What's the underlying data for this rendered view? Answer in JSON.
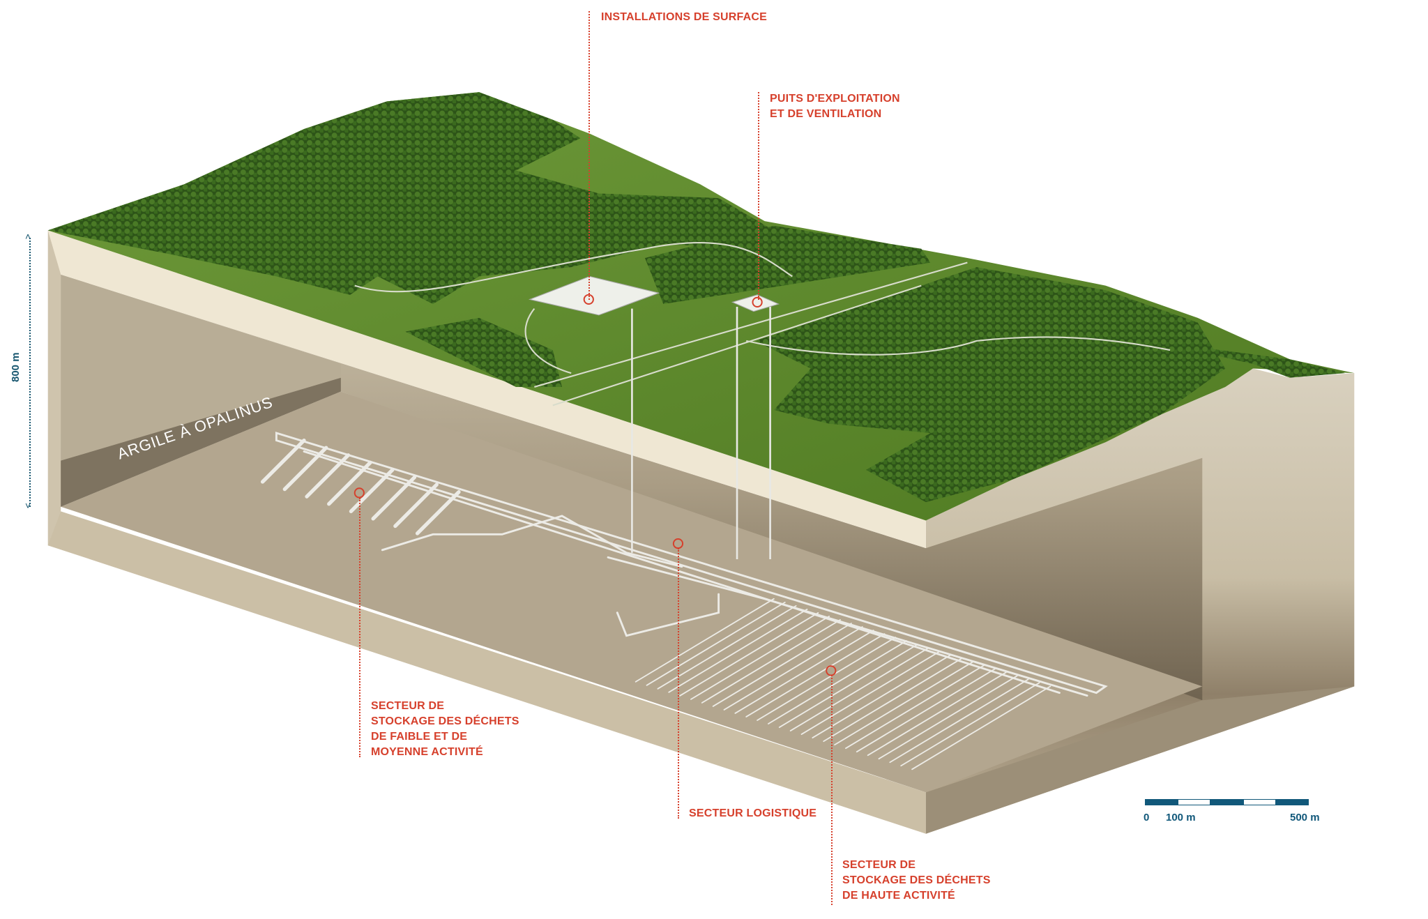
{
  "labels": {
    "surface": "INSTALLATIONS DE SURFACE",
    "shafts_1": "PUITS D'EXPLOITATION",
    "shafts_2": "ET DE VENTILATION",
    "llw_1": "SECTEUR DE",
    "llw_2": "STOCKAGE DES DÉCHETS",
    "llw_3": "DE FAIBLE ET DE",
    "llw_4": "MOYENNE ACTIVITÉ",
    "logistics": "SECTEUR LOGISTIQUE",
    "hlw_1": "SECTEUR DE",
    "hlw_2": "STOCKAGE DES DÉCHETS",
    "hlw_3": "DE HAUTE ACTIVITÉ",
    "rock": "ARGILE À OPALINUS"
  },
  "depth": {
    "label": "800 m"
  },
  "scale_bar": {
    "zero": "0",
    "first": "100 m",
    "last": "500 m"
  },
  "colors": {
    "accent": "#d6402c",
    "scale": "#11587a",
    "grass": "#5f8a2e",
    "forest": "#2f5a1a"
  }
}
